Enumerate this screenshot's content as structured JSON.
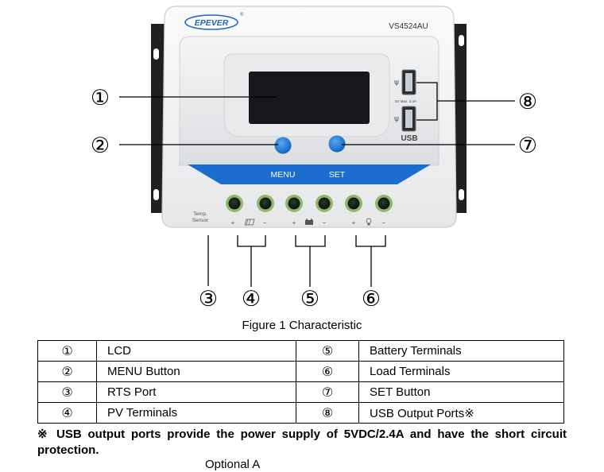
{
  "device": {
    "brand": "EPEVER",
    "registered_mark": "®",
    "model": "VS4524AU",
    "button_labels": {
      "menu": "MENU",
      "set": "SET"
    },
    "usb_label": "USB",
    "usb_rating": "5V   Max. 2.4A",
    "temp_sensor_label": [
      "Temp.",
      "Sensor"
    ],
    "terminal_signs": {
      "plus": "+",
      "minus": "−"
    }
  },
  "callouts": [
    "①",
    "②",
    "③",
    "④",
    "⑤",
    "⑥",
    "⑦",
    "⑧"
  ],
  "caption": "Figure 1 Characteristic",
  "table": {
    "rows": [
      [
        {
          "num": "①",
          "label": "LCD"
        },
        {
          "num": "⑤",
          "label": "Battery Terminals"
        }
      ],
      [
        {
          "num": "②",
          "label": "MENU Button"
        },
        {
          "num": "⑥",
          "label": "Load Terminals"
        }
      ],
      [
        {
          "num": "③",
          "label": "RTS Port"
        },
        {
          "num": "⑦",
          "label": "SET Button"
        }
      ],
      [
        {
          "num": "④",
          "label": "PV Terminals"
        },
        {
          "num": "⑧",
          "label": "USB Output Ports※"
        }
      ]
    ]
  },
  "note": "※ USB output ports provide the power supply of 5VDC/2.4A and have the short circuit protection.",
  "next_line": "Optional A"
}
